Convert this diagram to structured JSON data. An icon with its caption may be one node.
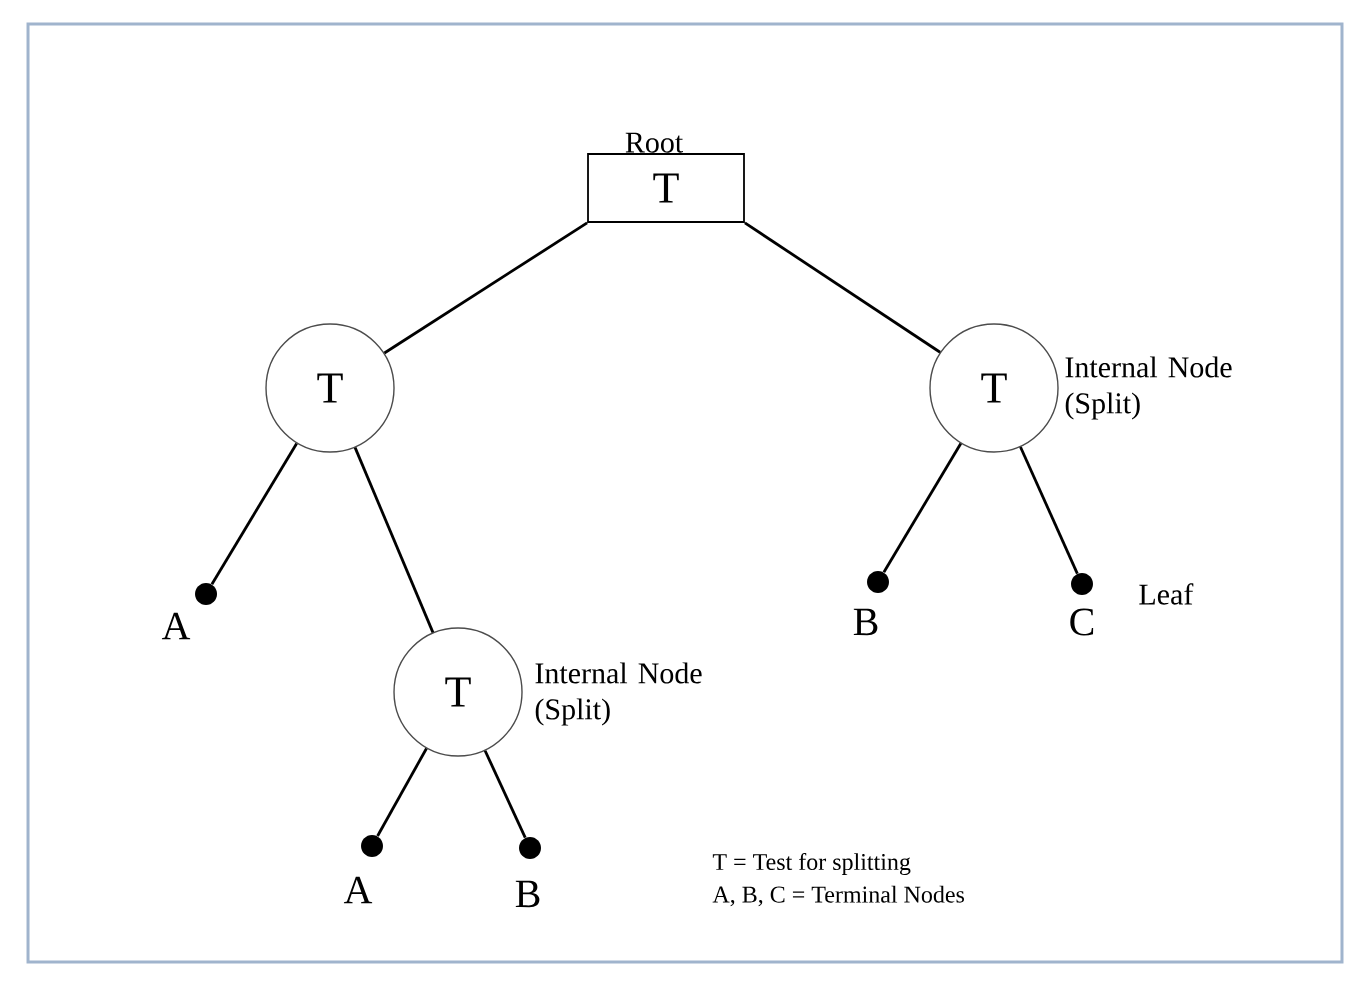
{
  "diagram": {
    "nodes": [
      {
        "text": [
          "Root",
          "T"
        ]
      },
      {
        "text": [
          "T"
        ]
      },
      {
        "text": [
          "T"
        ],
        "beside": [
          "Internal Node (Split)"
        ]
      },
      {
        "text": [
          "A"
        ]
      },
      {
        "text": [
          "B"
        ]
      },
      {
        "text": [
          "C"
        ],
        "beside": [
          "Leaf"
        ]
      },
      {
        "text": [
          "T"
        ],
        "beside": [
          "Internal Node (Split)"
        ]
      },
      {
        "text": [
          "A"
        ]
      },
      {
        "text": [
          "B"
        ]
      }
    ],
    "edges": [
      {
        "from": 0,
        "to": 1,
        "arrow": "none"
      },
      {
        "from": 0,
        "to": 2,
        "arrow": "none"
      },
      {
        "from": 1,
        "to": 3,
        "arrow": "none"
      },
      {
        "from": 1,
        "to": 6,
        "arrow": "none"
      },
      {
        "from": 2,
        "to": 4,
        "arrow": "none"
      },
      {
        "from": 2,
        "to": 5,
        "arrow": "none"
      },
      {
        "from": 6,
        "to": 7,
        "arrow": "none"
      },
      {
        "from": 6,
        "to": 8,
        "arrow": "none"
      }
    ],
    "labels": [
      "T = Test for splitting",
      "A, B, C = Terminal Nodes"
    ]
  }
}
